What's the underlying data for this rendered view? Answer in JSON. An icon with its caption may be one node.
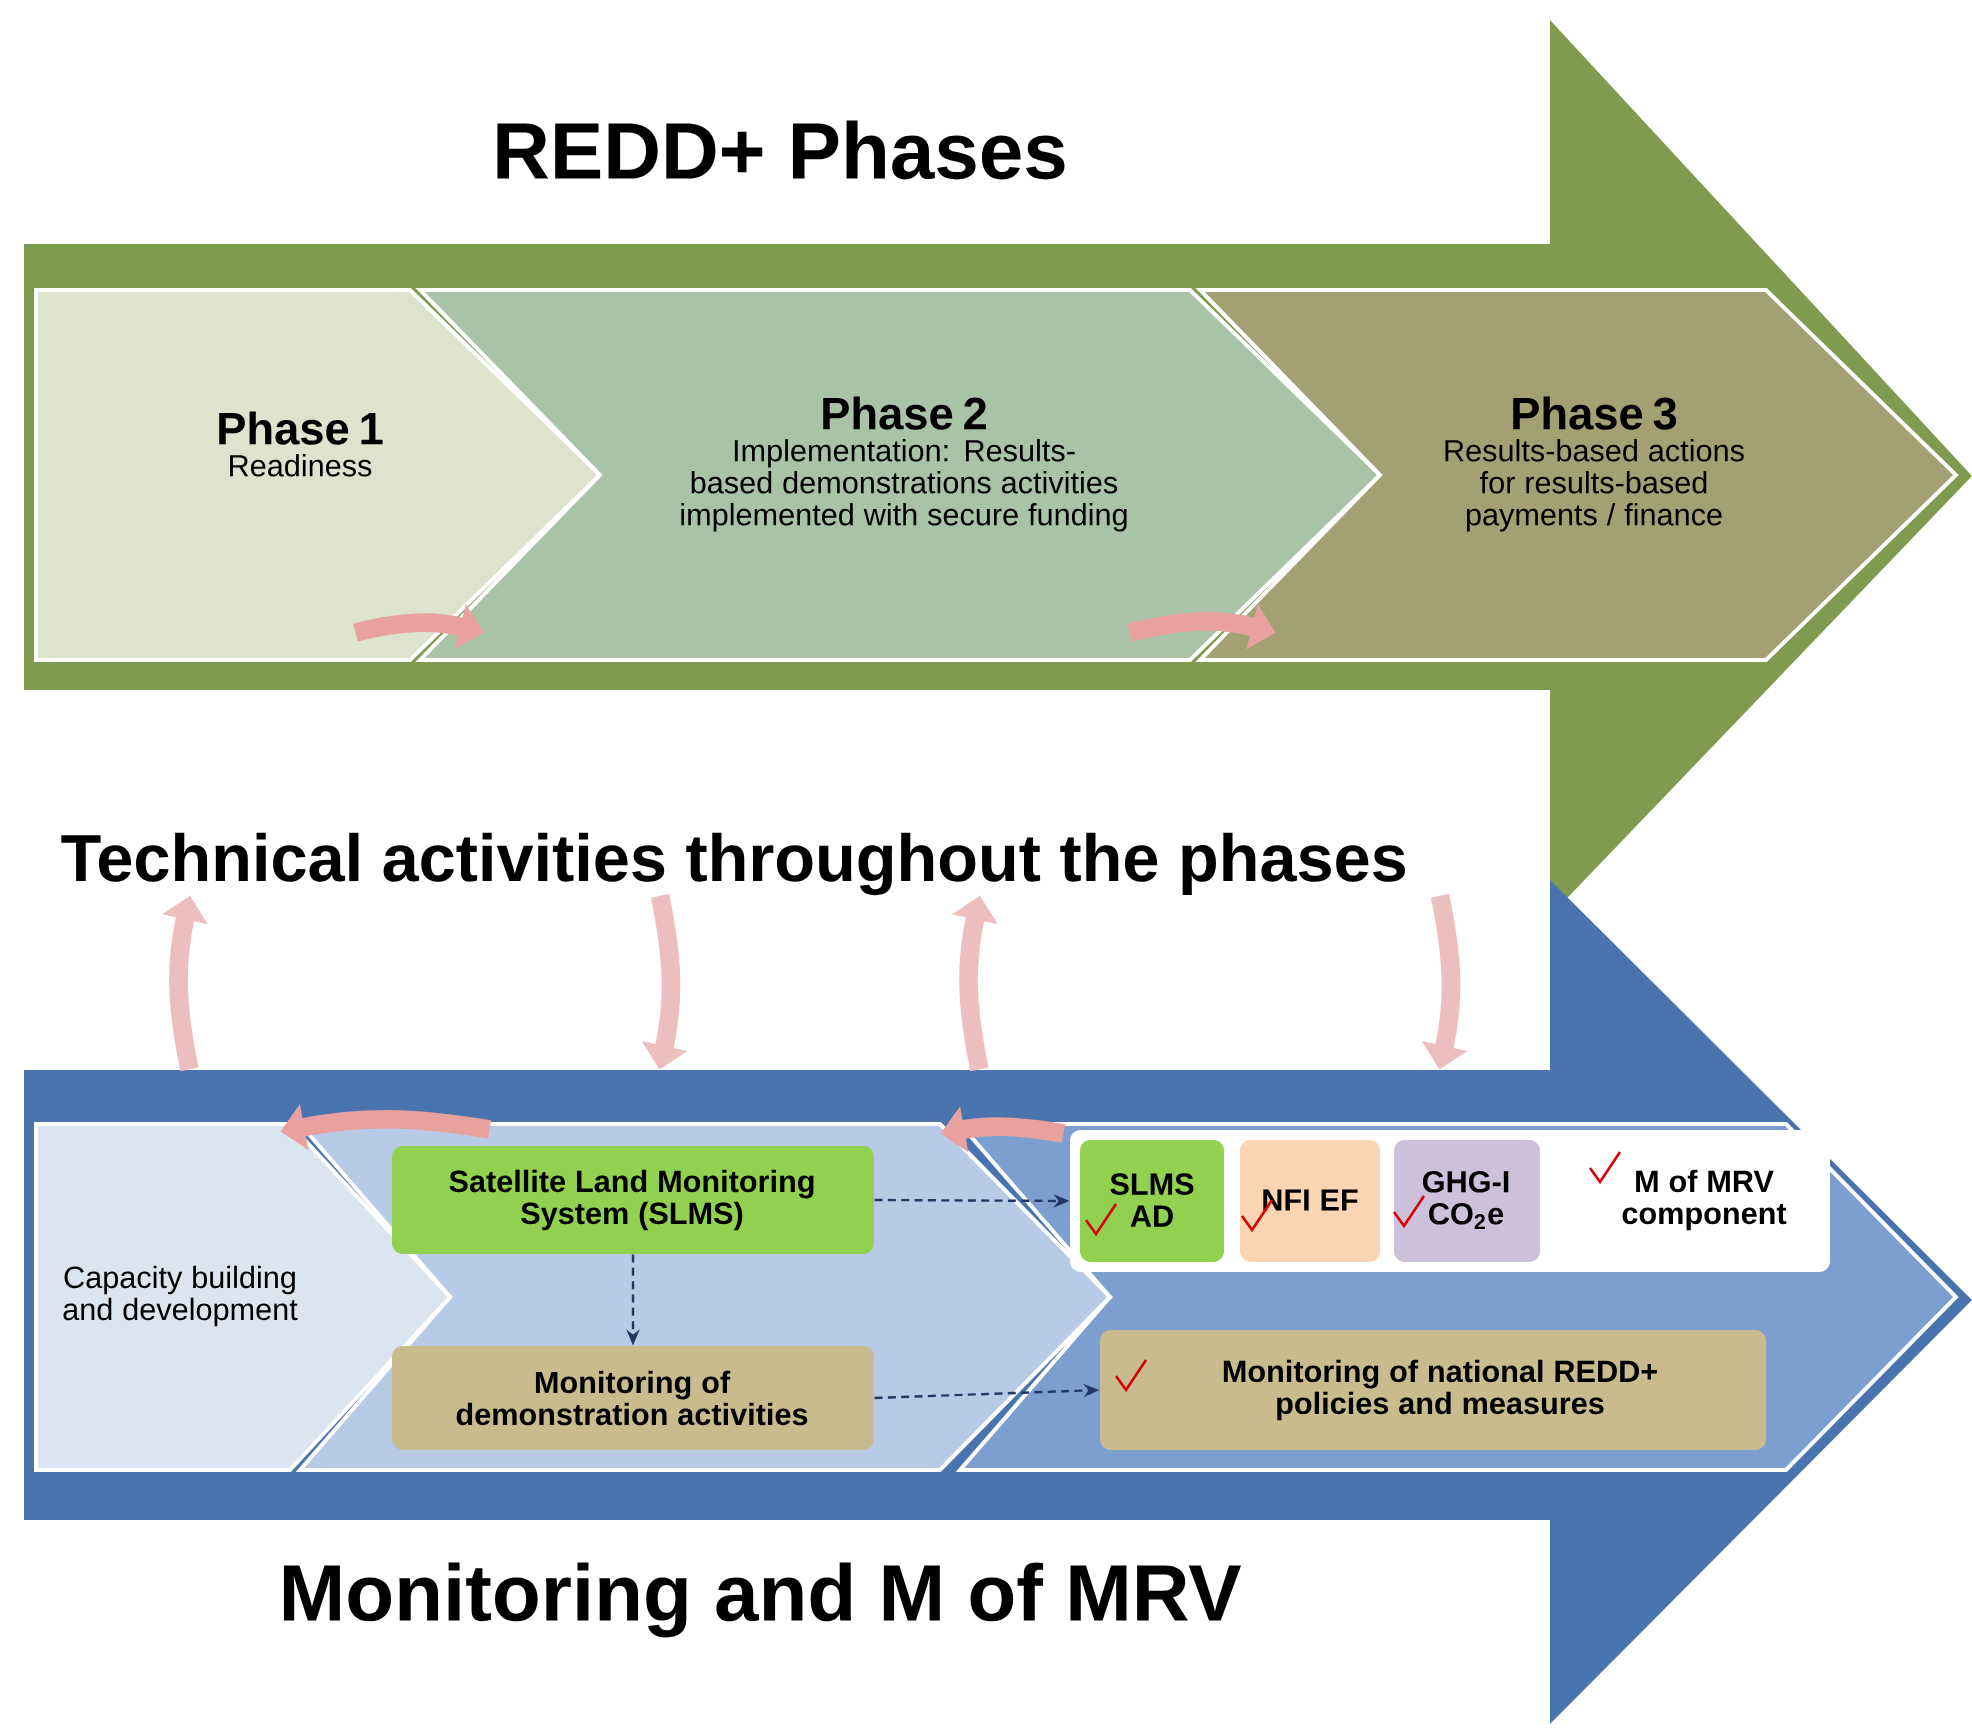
{
  "diagram": {
    "nodes": [
      {
        "text": [
          "REDD+ Phases"
        ]
      },
      {
        "text": [
          "Phase 1",
          "Readiness"
        ],
        "in": 0
      },
      {
        "text": [
          "Phase 2",
          "Implementation: Results-based demonstrations activities implemented with secure funding"
        ],
        "in": 0
      },
      {
        "text": [
          "Phase 3",
          "Results-based actions for results-based payments / finance"
        ],
        "in": 0
      },
      {
        "text": [
          "Monitoring and M of MRV"
        ]
      },
      {
        "text": [
          "Capacity building and development"
        ],
        "in": 4
      },
      {
        "text": [],
        "shape": "chevron",
        "in": 4
      },
      {
        "text": [],
        "shape": "chevron",
        "in": 4
      },
      {
        "text": [
          "Satellite Land Monitoring System (SLMS)"
        ],
        "in": 6
      },
      {
        "text": [
          "Monitoring of demonstration activities"
        ],
        "in": 6
      },
      {
        "text": [
          "M of MRV component"
        ],
        "in": 7
      },
      {
        "text": [
          "SLMS AD"
        ],
        "in": 10
      },
      {
        "text": [
          "NFI EF"
        ],
        "in": 10
      },
      {
        "text": [
          "GHG-I CO$_{2}$e"
        ],
        "in": 10
      },
      {
        "text": [
          "Monitoring of national REDD+ policies and measures"
        ],
        "in": 7
      },
      {
        "text": [
          "Technical activities throughout the phases"
        ]
      }
    ],
    "edges": [
      {
        "from": 1,
        "to": 2,
        "arrow": "to",
        "color": "#e8a19e"
      },
      {
        "from": 2,
        "to": 3,
        "arrow": "to",
        "color": "#e8a19e"
      },
      {
        "from": 7,
        "to": 6,
        "arrow": "to",
        "color": "#e8a19e"
      },
      {
        "from": 6,
        "to": 5,
        "arrow": "to",
        "color": "#e8a19e"
      },
      {
        "from": 4,
        "to": 15,
        "arrow": "to"
      },
      {
        "from": 15,
        "to": 4,
        "arrow": "to"
      },
      {
        "from": 4,
        "to": 15,
        "arrow": "to"
      },
      {
        "from": 15,
        "to": 4,
        "arrow": "to"
      },
      {
        "from": 8,
        "to": 9,
        "arrow": "to",
        "style": "dashed",
        "color": "#1f3864"
      },
      {
        "from": 8,
        "to": 10,
        "arrow": "to",
        "style": "dashed",
        "color": "#1f3864"
      },
      {
        "from": 9,
        "to": 14,
        "arrow": "to",
        "style": "dashed",
        "color": "#1f3864"
      }
    ]
  }
}
